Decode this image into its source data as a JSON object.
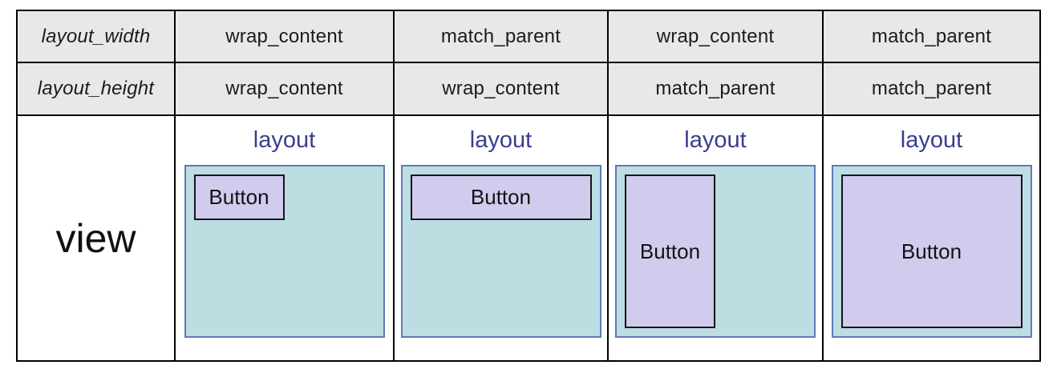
{
  "colors": {
    "header_bg": "#e8e8e8",
    "table_border": "#000000",
    "layout_fill": "#bcdee3",
    "layout_border": "#6079b4",
    "layout_text": "#3a3d8e",
    "button_fill": "#d1ccee",
    "button_border": "#14141c"
  },
  "table": {
    "param_rows": [
      {
        "label": "layout_width",
        "values": [
          "wrap_content",
          "match_parent",
          "wrap_content",
          "match_parent"
        ]
      },
      {
        "label": "layout_height",
        "values": [
          "wrap_content",
          "wrap_content",
          "match_parent",
          "match_parent"
        ]
      }
    ],
    "view_row": {
      "label": "view",
      "cells": [
        {
          "layout_label": "layout",
          "button_label": "Button",
          "width_mode": "wrap_content",
          "height_mode": "wrap_content"
        },
        {
          "layout_label": "layout",
          "button_label": "Button",
          "width_mode": "match_parent",
          "height_mode": "wrap_content"
        },
        {
          "layout_label": "layout",
          "button_label": "Button",
          "width_mode": "wrap_content",
          "height_mode": "match_parent"
        },
        {
          "layout_label": "layout",
          "button_label": "Button",
          "width_mode": "match_parent",
          "height_mode": "match_parent"
        }
      ]
    }
  }
}
